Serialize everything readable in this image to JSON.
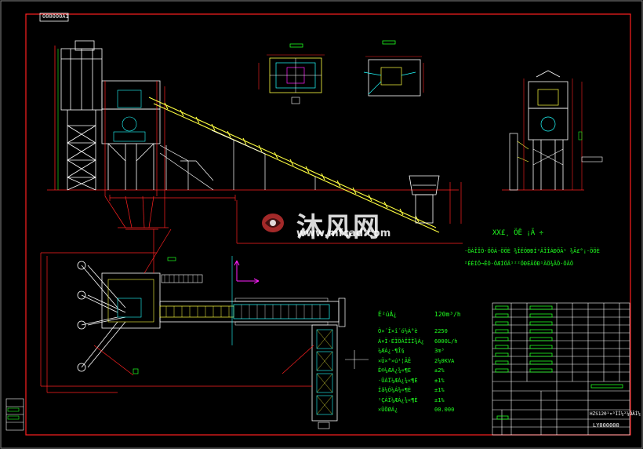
{
  "corner_label": "000000A1",
  "watermark": {
    "cn": "沐风网",
    "url": "www.mfcad.com"
  },
  "notes": {
    "title": "XX£¸ ÖÊ ¡Ã ÷",
    "line1": "·ÖÁÎÎÒ·ÖÖÁ·ÖÖÈ ¾ÎËÓÐÐÍ²ÄÎÎÁÐÖÃ¹ ¾Ã£°¡·ÖÖÈ",
    "line2": "²ÉÈÍÖ¬ÊÓ·ÖÆÍÖÄ¹²²ÖÐÈÂÖÐ¹ÄÖ¾ÂÖ·ÖÄÖ"
  },
  "params": {
    "header_label": "É²úÁ¿",
    "header_value": "120m³/h",
    "rows": [
      {
        "label": "Ò»´Î×î´ó½Á°è",
        "value": "2250"
      },
      {
        "label": "Á×Ï·ÉÏÖÁÎÏÏ¾Á¿",
        "value": "6000L/h"
      },
      {
        "label": "¼ÆÁ¿·¶Î§",
        "value": "3m³"
      },
      {
        "label": "×Ü×°»ú¹¦ÂÊ",
        "value": "2¼0KVA"
      },
      {
        "label": "Ë®¼ÆÁ¿¾«¶È",
        "value": "±2%"
      },
      {
        "label": "·ÛÁÏ¼ÆÁ¿¾«¶È",
        "value": "±1%"
      },
      {
        "label": "Íâ¼Ó¼Á¾«¶È",
        "value": "±1%"
      },
      {
        "label": "¹ÇÁÏ¼ÆÁ¿¾«¶È",
        "value": "±1%"
      },
      {
        "label": "×ÜÖØÁ¿",
        "value": "00.000"
      }
    ]
  },
  "title_block": {
    "drawing_title": "HZS120¹¤³ÌÍ¼²¼ÖÃÍ¼",
    "drawing_number": "LY000000"
  },
  "colors": {
    "frame": "#ff2020",
    "structure": "#ffffff",
    "conveyor": "#ffff40",
    "blue": "#40a0ff",
    "green": "#20ff20",
    "cyan": "#20ffff",
    "magenta": "#ff20ff"
  }
}
